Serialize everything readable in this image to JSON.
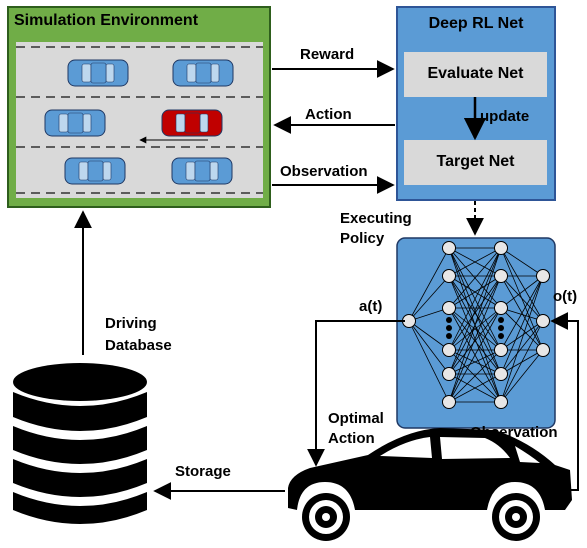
{
  "sim_env": {
    "title": "Simulation Environment"
  },
  "rl_net": {
    "title": "Deep RL Net",
    "evaluate": "Evaluate Net",
    "target": "Target Net",
    "update": "update"
  },
  "arrows": {
    "reward": "Reward",
    "action": "Action",
    "observation_top": "Observation",
    "executing": "Executing",
    "policy": "Policy",
    "a_t": "a(t)",
    "o_t": "o(t)",
    "optimal": "Optimal",
    "action2": "Action",
    "observation_bottom": "Observation",
    "storage": "Storage",
    "driving": "Driving",
    "database": "Database"
  },
  "colors": {
    "sim_border": "#2E5E1C",
    "sim_fill": "#70AD47",
    "road": "#D9D9D9",
    "car_blue": "#5B9BD5",
    "car_red": "#C00000",
    "net_fill": "#5B9BD5",
    "net_border": "#2E5597",
    "inner_box": "#D9D9D9"
  }
}
